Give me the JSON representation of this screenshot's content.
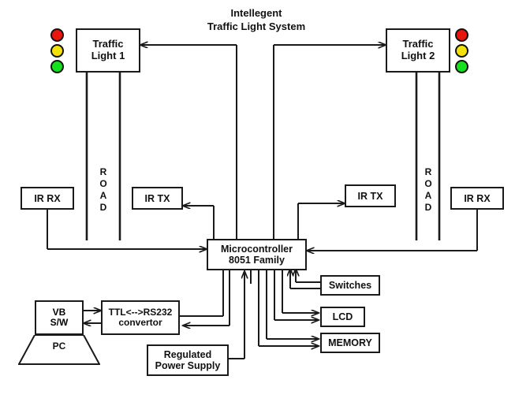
{
  "diagram": {
    "title_line1": "Intellegent",
    "title_line2": "Traffic Light System",
    "background_color": "#ffffff",
    "line_color": "#1a1a1a"
  },
  "traffic_lights": [
    {
      "id": "traffic-light-1",
      "line1": "Traffic",
      "line2": "Light 1",
      "lamps_side": "left",
      "lamps": [
        {
          "name": "red-lamp",
          "color": "#e8160c"
        },
        {
          "name": "yellow-lamp",
          "color": "#f2e20a"
        },
        {
          "name": "green-lamp",
          "color": "#14e01e"
        }
      ]
    },
    {
      "id": "traffic-light-2",
      "line1": "Traffic",
      "line2": "Light 2",
      "lamps_side": "right",
      "lamps": [
        {
          "name": "red-lamp",
          "color": "#e8160c"
        },
        {
          "name": "yellow-lamp",
          "color": "#f2e20a"
        },
        {
          "name": "green-lamp",
          "color": "#14e01e"
        }
      ]
    }
  ],
  "roads": [
    {
      "id": "road-left",
      "letters": [
        "R",
        "O",
        "A",
        "D"
      ]
    },
    {
      "id": "road-right",
      "letters": [
        "R",
        "O",
        "A",
        "D"
      ]
    }
  ],
  "sensors": {
    "ir_rx_left": "IR  RX",
    "ir_tx_left": "IR TX",
    "ir_tx_right": "IR TX",
    "ir_rx_right": "IR  RX"
  },
  "controller": {
    "line1": "Microcontroller",
    "line2": "8051 Family"
  },
  "peripherals": [
    {
      "id": "switches",
      "label": "Switches"
    },
    {
      "id": "lcd",
      "label": "LCD"
    },
    {
      "id": "memory",
      "label": "MEMORY"
    }
  ],
  "pc": {
    "screen_line1": "VB",
    "screen_line2": "S/W",
    "base_label": "PC"
  },
  "converter": {
    "line1": "TTL<-->RS232",
    "line2": "convertor"
  },
  "power_supply": {
    "line1": "Regulated",
    "line2": "Power Supply"
  }
}
